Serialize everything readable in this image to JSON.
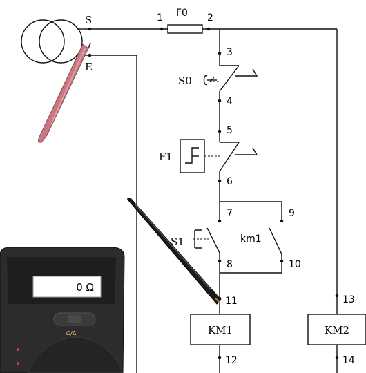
{
  "transformer": {
    "terminal_s": "S",
    "terminal_e": "E"
  },
  "fuse": {
    "label": "F0",
    "pin_left": "1",
    "pin_right": "2"
  },
  "switch_s0": {
    "label": "S0",
    "pin_top": "3",
    "pin_bottom": "4"
  },
  "overload_f1": {
    "label": "F1",
    "pin_top": "5",
    "pin_bottom": "6"
  },
  "pushbutton_s1": {
    "label": "S1",
    "pin_top": "7",
    "pin_bottom": "8"
  },
  "contact_km1": {
    "label": "km1",
    "pin_top": "9",
    "pin_bottom": "10"
  },
  "coil_km1": {
    "label": "KM1",
    "pin_top": "11",
    "pin_bottom": "12"
  },
  "coil_km2": {
    "label": "KM2",
    "pin_top": "13",
    "pin_bottom": "14"
  },
  "multimeter": {
    "reading": "0 Ω",
    "range_label": "Ω/Δ"
  },
  "colors": {
    "red_probe": "#c87880",
    "black_probe": "#1a1a1a",
    "meter_body": "#2c2c2c"
  }
}
